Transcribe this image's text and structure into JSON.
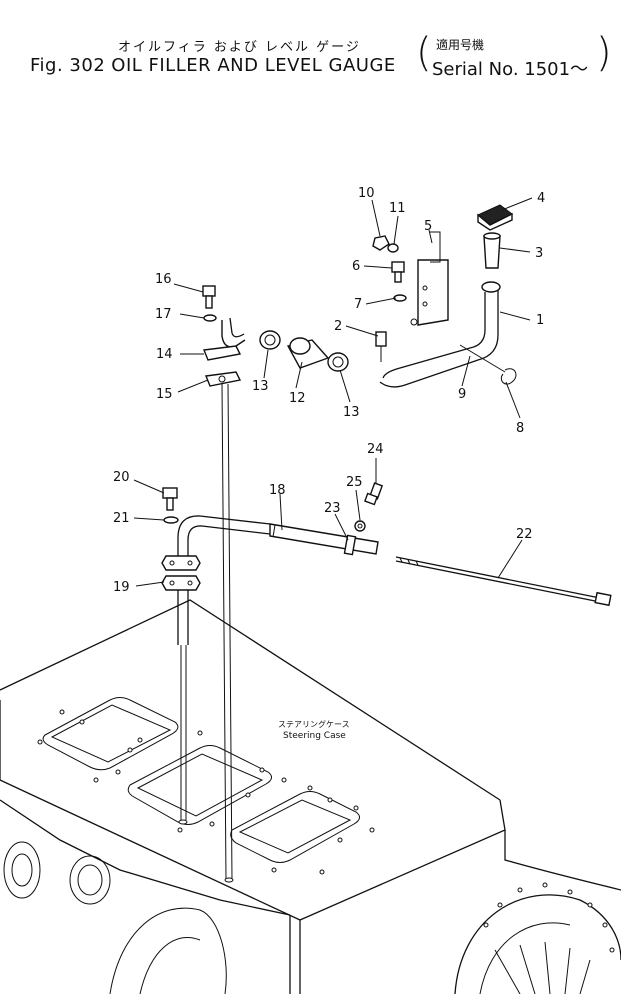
{
  "header": {
    "title_jp": "オイルフィラ および レベル ゲージ",
    "fig_label": "Fig. 302",
    "title_en": "OIL FILLER AND LEVEL GAUGE",
    "serial_jp": "適用号機",
    "serial_en": "Serial No. 1501～"
  },
  "case_label": {
    "jp": "ステアリングケース",
    "en": "Steering Case"
  },
  "callouts": [
    "1",
    "2",
    "3",
    "4",
    "5",
    "6",
    "7",
    "8",
    "9",
    "10",
    "11",
    "12",
    "13",
    "13",
    "14",
    "15",
    "16",
    "17",
    "18",
    "19",
    "20",
    "21",
    "22",
    "23",
    "24",
    "25"
  ]
}
